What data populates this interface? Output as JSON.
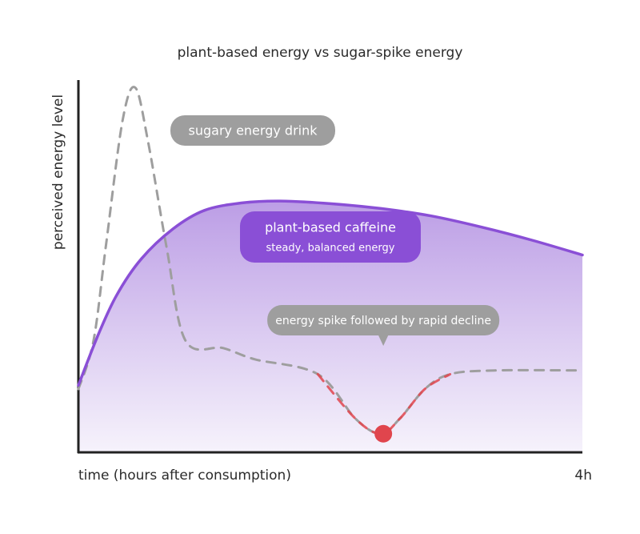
{
  "chart_data": {
    "type": "line",
    "title": "plant-based energy vs sugar-spike energy",
    "xlabel": "time (hours after consumption)",
    "ylabel": "perceived energy level",
    "xlim": [
      0,
      4
    ],
    "ylim": [
      0,
      1
    ],
    "x_tick_labels": [
      {
        "x": 4,
        "label": "4h"
      }
    ],
    "grid": false,
    "series": [
      {
        "name": "sugary energy drink",
        "style": "dashed",
        "color": "#9e9e9e",
        "x": [
          0,
          0.12,
          0.22,
          0.35,
          0.45,
          0.55,
          0.7,
          0.85,
          1.15,
          1.4,
          1.9,
          2.2,
          2.4,
          2.55,
          2.75,
          2.95,
          3.3,
          4.0
        ],
        "y": [
          0.17,
          0.3,
          0.56,
          0.89,
          0.98,
          0.84,
          0.55,
          0.3,
          0.28,
          0.25,
          0.21,
          0.09,
          0.05,
          0.09,
          0.17,
          0.21,
          0.22,
          0.22
        ],
        "annotations": [
          {
            "x": 2.42,
            "y": 0.05,
            "text": "energy spike followed by rapid decline",
            "marker_color": "#e0454d"
          }
        ]
      },
      {
        "name": "plant-based caffeine",
        "subtitle": "steady, balanced energy",
        "style": "solid",
        "color": "#8a4fd6",
        "fill": true,
        "x": [
          0,
          0.15,
          0.3,
          0.5,
          0.75,
          1.0,
          1.3,
          1.6,
          2.0,
          2.4,
          2.8,
          3.2,
          3.6,
          4.0
        ],
        "y": [
          0.18,
          0.31,
          0.42,
          0.52,
          0.6,
          0.65,
          0.67,
          0.675,
          0.668,
          0.655,
          0.635,
          0.605,
          0.57,
          0.53
        ]
      }
    ],
    "colors": {
      "axis": "#222222",
      "sugar_label_bg": "#9e9e9e",
      "plant_label_bg": "#8a4fd6",
      "annotation_bg": "#9e9e9e",
      "fill_top": "#b898e4",
      "fill_bottom": "#f5f1fb"
    }
  }
}
